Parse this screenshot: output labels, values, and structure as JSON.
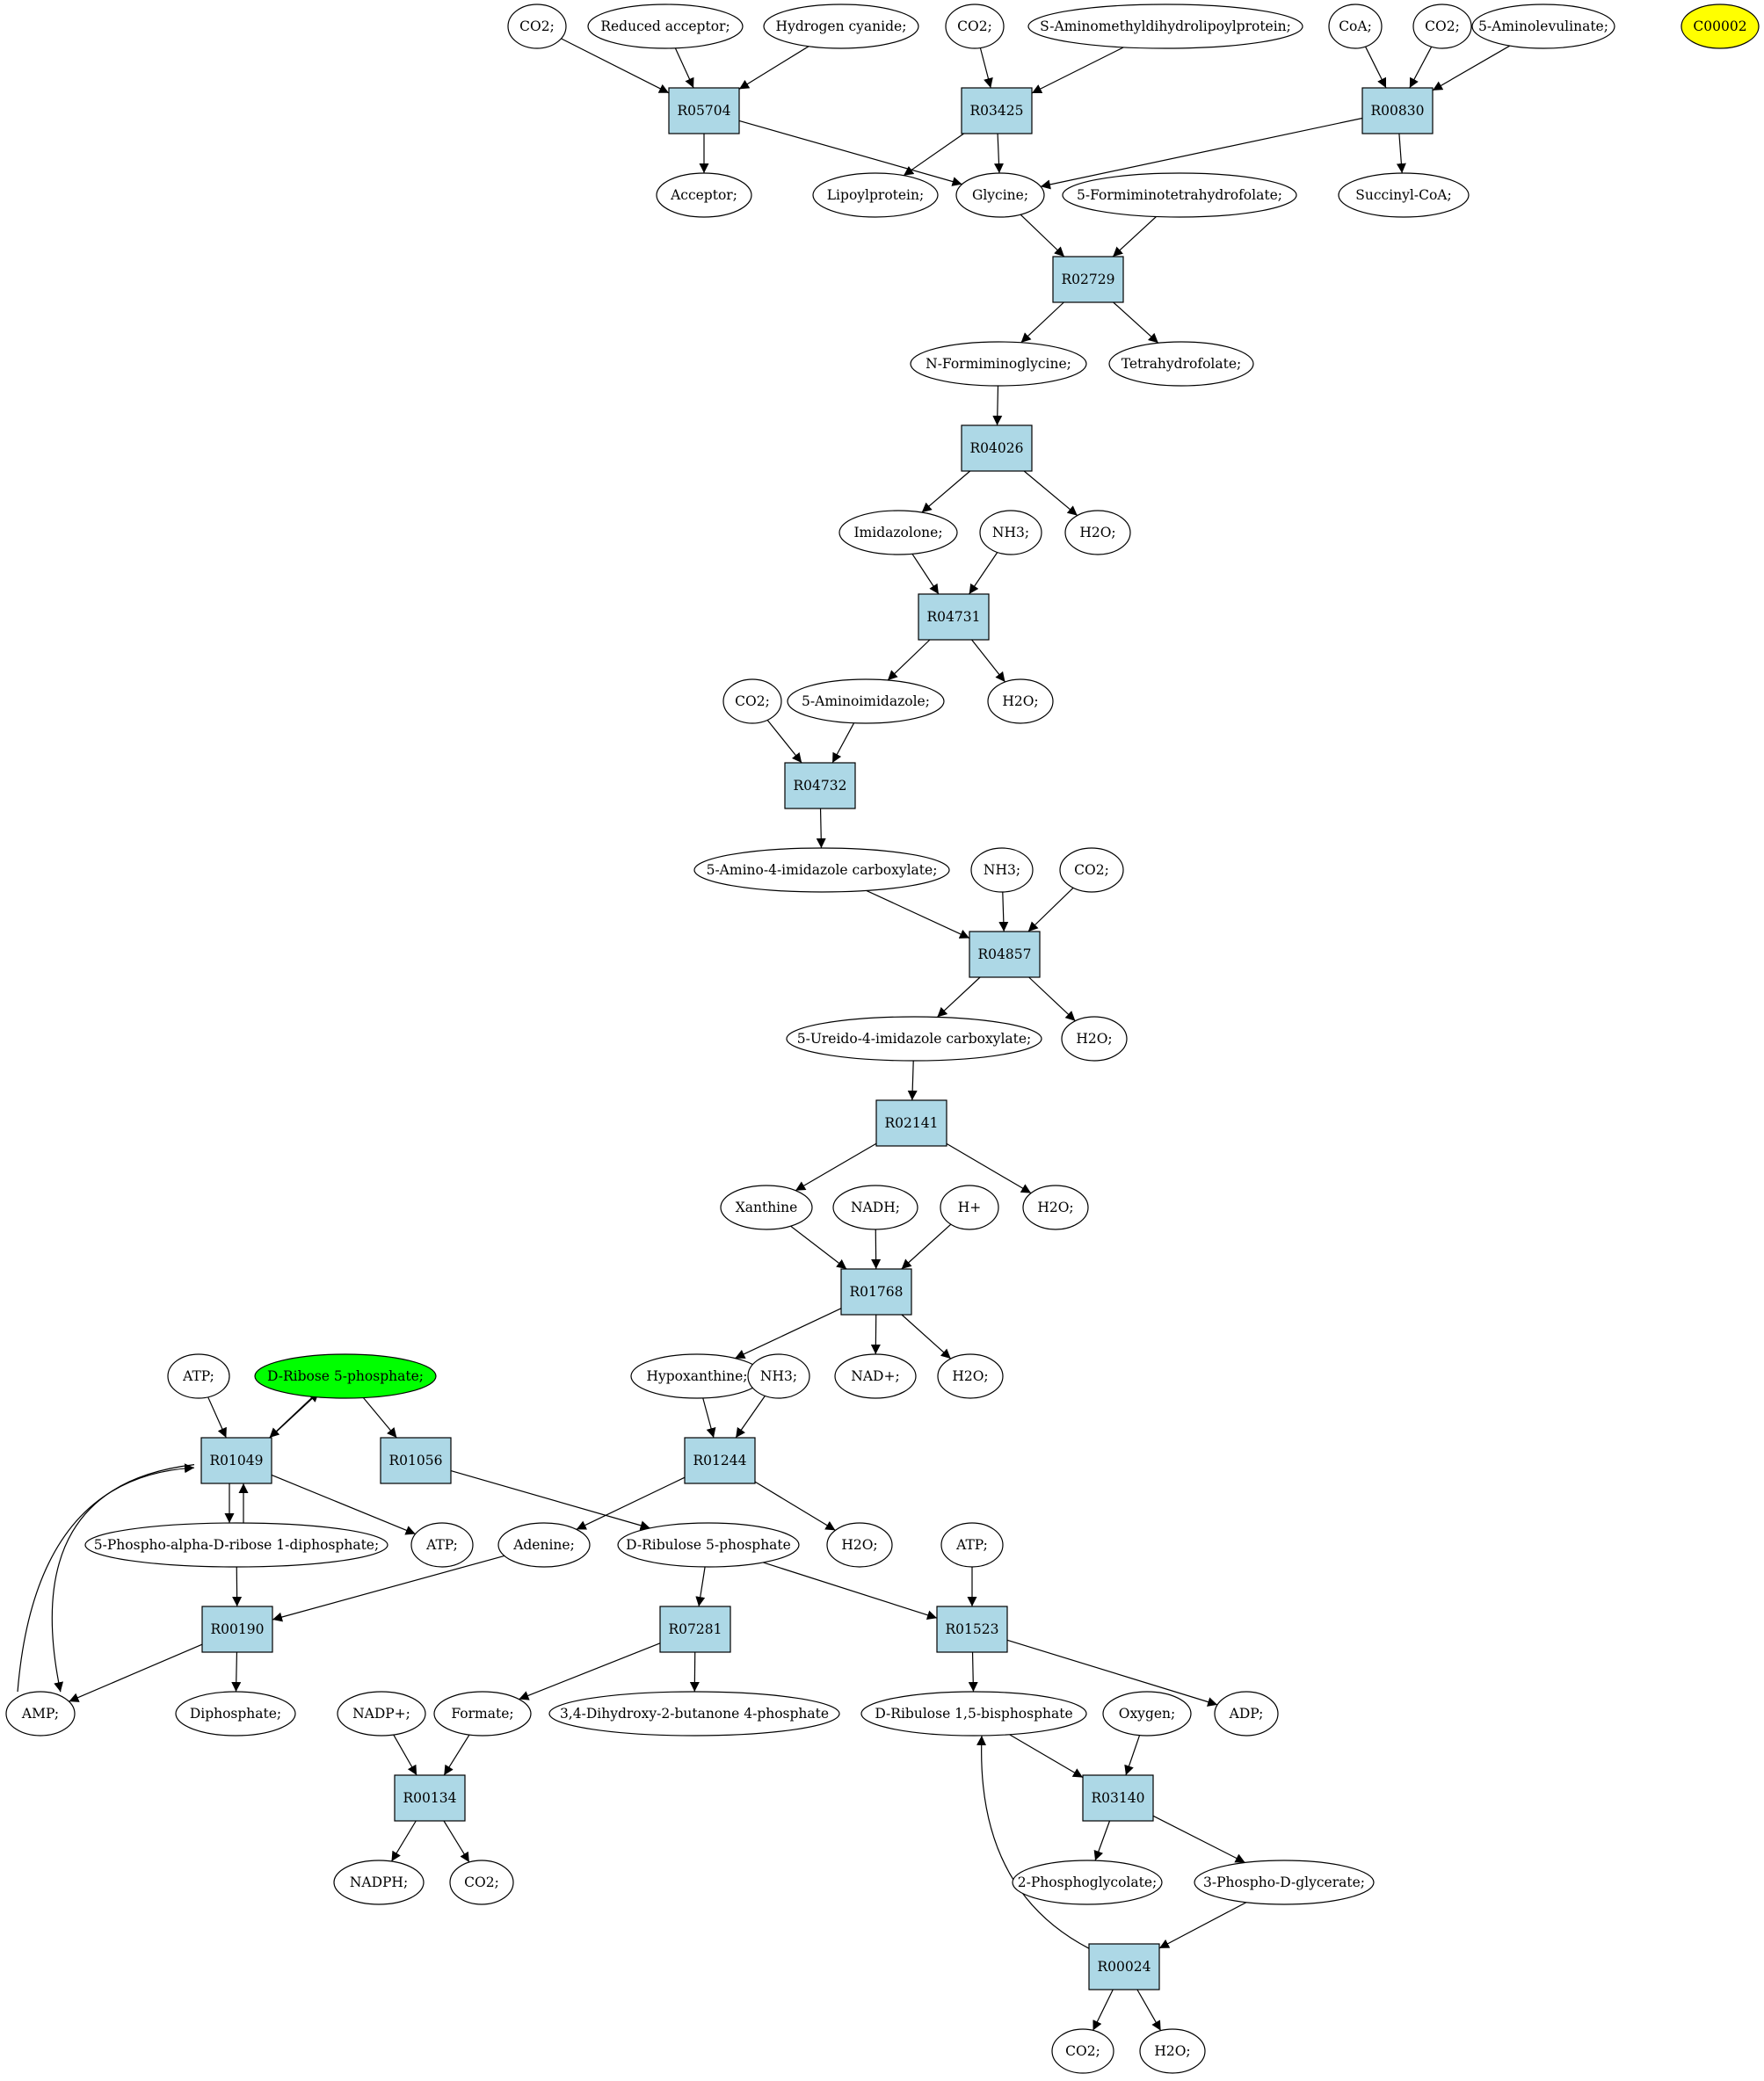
{
  "colors": {
    "reaction_fill": "#add8e6",
    "compound_fill": "#ffffff",
    "start_fill": "#00ff00",
    "target_fill": "#ffff00",
    "stroke": "#000000"
  },
  "compounds": {
    "c_co2_a": "CO2;",
    "c_redacc": "Reduced acceptor;",
    "c_hcn": "Hydrogen cyanide;",
    "c_co2_b": "CO2;",
    "c_samlp": "S-Aminomethyldihydrolipoylprotein;",
    "c_coa": "CoA;",
    "c_co2_c": "CO2;",
    "c_ala": "5-Aminolevulinate;",
    "c_target": "C00002",
    "c_acc": "Acceptor;",
    "c_lip": "Lipoylprotein;",
    "c_gly": "Glycine;",
    "c_fthf": "5-Formiminotetrahydrofolate;",
    "c_succ": "Succinyl-CoA;",
    "c_nfg": "N-Formiminoglycine;",
    "c_thf": "Tetrahydrofolate;",
    "c_imz": "Imidazolone;",
    "c_nh3_a": "NH3;",
    "c_h2o_a": "H2O;",
    "c_co2_d": "CO2;",
    "c_5ai": "5-Aminoimidazole;",
    "c_h2o_b": "H2O;",
    "c_5a4ic": "5-Amino-4-imidazole carboxylate;",
    "c_nh3_b": "NH3;",
    "c_co2_e": "CO2;",
    "c_5u4ic": "5-Ureido-4-imidazole carboxylate;",
    "c_h2o_c": "H2O;",
    "c_xan": "Xanthine",
    "c_nadh": "NADH;",
    "c_hplus": "H+",
    "c_h2o_d": "H2O;",
    "c_atp_a": "ATP;",
    "c_r5p": "D-Ribose 5-phosphate;",
    "c_hyp": "Hypoxanthine;",
    "c_nh3_c": "NH3;",
    "c_nadp": "NAD+;",
    "c_h2o_e": "H2O;",
    "c_prpp": "5-Phospho-alpha-D-ribose 1-diphosphate;",
    "c_atp_b": "ATP;",
    "c_ade": "Adenine;",
    "c_ru5p": "D-Ribulose 5-phosphate",
    "c_h2o_f": "H2O;",
    "c_atp_c": "ATP;",
    "c_amp": "AMP;",
    "c_ppi": "Diphosphate;",
    "c_nadpplus": "NADP+;",
    "c_form": "Formate;",
    "c_dhbp": "3,4-Dihydroxy-2-butanone 4-phosphate",
    "c_rubp": "D-Ribulose 1,5-bisphosphate",
    "c_oxy": "Oxygen;",
    "c_adp": "ADP;",
    "c_nadph": "NADPH;",
    "c_co2_f": "CO2;",
    "c_2pg": "2-Phosphoglycolate;",
    "c_3pg": "3-Phospho-D-glycerate;",
    "c_co2_g": "CO2;",
    "c_h2o_g": "H2O;"
  },
  "reactions": {
    "r_r05704": "R05704",
    "r_r03425": "R03425",
    "r_r00830": "R00830",
    "r_r02729": "R02729",
    "r_r04026": "R04026",
    "r_r04731": "R04731",
    "r_r04732": "R04732",
    "r_r04857": "R04857",
    "r_r02141": "R02141",
    "r_r01768": "R01768",
    "r_r01049": "R01049",
    "r_r01056": "R01056",
    "r_r01244": "R01244",
    "r_r00190": "R00190",
    "r_r07281": "R07281",
    "r_r01523": "R01523",
    "r_r00134": "R00134",
    "r_r03140": "R03140",
    "r_r00024": "R00024"
  },
  "highlights": {
    "start": "D-Ribose 5-phosphate;",
    "target": "C00002"
  },
  "edges": [
    [
      "c_co2_a",
      "r_r05704"
    ],
    [
      "c_redacc",
      "r_r05704"
    ],
    [
      "c_hcn",
      "r_r05704"
    ],
    [
      "r_r05704",
      "c_acc"
    ],
    [
      "r_r05704",
      "c_gly"
    ],
    [
      "c_co2_b",
      "r_r03425"
    ],
    [
      "c_samlp",
      "r_r03425"
    ],
    [
      "r_r03425",
      "c_lip"
    ],
    [
      "r_r03425",
      "c_gly"
    ],
    [
      "c_coa",
      "r_r00830"
    ],
    [
      "c_co2_c",
      "r_r00830"
    ],
    [
      "c_ala",
      "r_r00830"
    ],
    [
      "r_r00830",
      "c_gly"
    ],
    [
      "r_r00830",
      "c_succ"
    ],
    [
      "c_gly",
      "r_r02729"
    ],
    [
      "c_fthf",
      "r_r02729"
    ],
    [
      "r_r02729",
      "c_nfg"
    ],
    [
      "r_r02729",
      "c_thf"
    ],
    [
      "c_nfg",
      "r_r04026"
    ],
    [
      "r_r04026",
      "c_imz"
    ],
    [
      "r_r04026",
      "c_h2o_a"
    ],
    [
      "c_imz",
      "r_r04731"
    ],
    [
      "c_nh3_a",
      "r_r04731"
    ],
    [
      "r_r04731",
      "c_5ai"
    ],
    [
      "r_r04731",
      "c_h2o_b"
    ],
    [
      "c_co2_d",
      "r_r04732"
    ],
    [
      "c_5ai",
      "r_r04732"
    ],
    [
      "r_r04732",
      "c_5a4ic"
    ],
    [
      "c_5a4ic",
      "r_r04857"
    ],
    [
      "c_nh3_b",
      "r_r04857"
    ],
    [
      "c_co2_e",
      "r_r04857"
    ],
    [
      "r_r04857",
      "c_5u4ic"
    ],
    [
      "r_r04857",
      "c_h2o_c"
    ],
    [
      "c_5u4ic",
      "r_r02141"
    ],
    [
      "r_r02141",
      "c_xan"
    ],
    [
      "r_r02141",
      "c_h2o_d"
    ],
    [
      "c_xan",
      "r_r01768"
    ],
    [
      "c_nadh",
      "r_r01768"
    ],
    [
      "c_hplus",
      "r_r01768"
    ],
    [
      "r_r01768",
      "c_hyp"
    ],
    [
      "r_r01768",
      "c_nadp"
    ],
    [
      "r_r01768",
      "c_h2o_e"
    ],
    [
      "c_atp_a",
      "r_r01049"
    ],
    [
      "c_r5p",
      "r_r01049"
    ],
    [
      "r_r01049",
      "c_r5p"
    ],
    [
      "r_r01049",
      "c_prpp"
    ],
    [
      "r_r01049",
      "c_atp_b"
    ],
    [
      "c_prpp",
      "r_r01049"
    ],
    [
      "c_amp",
      "r_r01049"
    ],
    [
      "r_r01049",
      "c_amp"
    ],
    [
      "c_r5p",
      "r_r01056"
    ],
    [
      "r_r01056",
      "c_ru5p"
    ],
    [
      "c_hyp",
      "r_r01244"
    ],
    [
      "c_nh3_c",
      "r_r01244"
    ],
    [
      "r_r01244",
      "c_ade"
    ],
    [
      "r_r01244",
      "c_h2o_f"
    ],
    [
      "c_prpp",
      "r_r00190"
    ],
    [
      "c_ade",
      "r_r00190"
    ],
    [
      "r_r00190",
      "c_amp"
    ],
    [
      "r_r00190",
      "c_ppi"
    ],
    [
      "c_ru5p",
      "r_r07281"
    ],
    [
      "r_r07281",
      "c_form"
    ],
    [
      "r_r07281",
      "c_dhbp"
    ],
    [
      "c_ru5p",
      "r_r01523"
    ],
    [
      "c_atp_c",
      "r_r01523"
    ],
    [
      "r_r01523",
      "c_rubp"
    ],
    [
      "r_r01523",
      "c_adp"
    ],
    [
      "c_nadpplus",
      "r_r00134"
    ],
    [
      "c_form",
      "r_r00134"
    ],
    [
      "r_r00134",
      "c_nadph"
    ],
    [
      "r_r00134",
      "c_co2_f"
    ],
    [
      "c_rubp",
      "r_r03140"
    ],
    [
      "c_oxy",
      "r_r03140"
    ],
    [
      "r_r03140",
      "c_2pg"
    ],
    [
      "r_r03140",
      "c_3pg"
    ],
    [
      "c_3pg",
      "r_r00024"
    ],
    [
      "r_r00024",
      "c_rubp"
    ],
    [
      "r_r00024",
      "c_co2_g"
    ],
    [
      "r_r00024",
      "c_h2o_g"
    ]
  ]
}
